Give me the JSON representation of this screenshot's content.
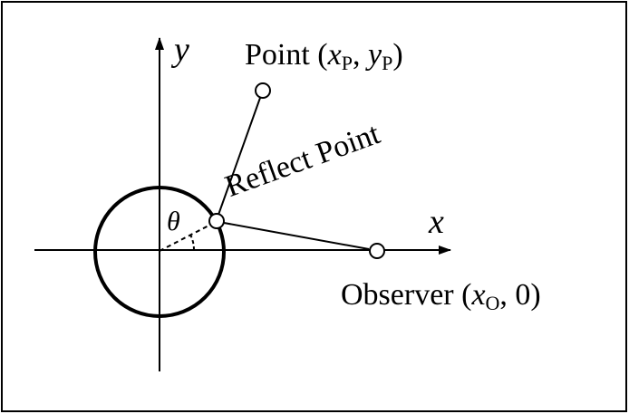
{
  "colors": {
    "stroke": "#000000",
    "background": "#ffffff"
  },
  "axes": {
    "x_label": "x",
    "y_label": "y"
  },
  "angle_label": "θ",
  "point": {
    "prefix": "Point (",
    "x_var": "x",
    "x_sub": "P",
    "comma": ", ",
    "y_var": "y",
    "y_sub": "P",
    "suffix": ")"
  },
  "reflect_point_label": "Reflect Point",
  "observer": {
    "prefix": "Observer (",
    "x_var": "x",
    "x_sub": "O",
    "rest": ", 0)"
  }
}
